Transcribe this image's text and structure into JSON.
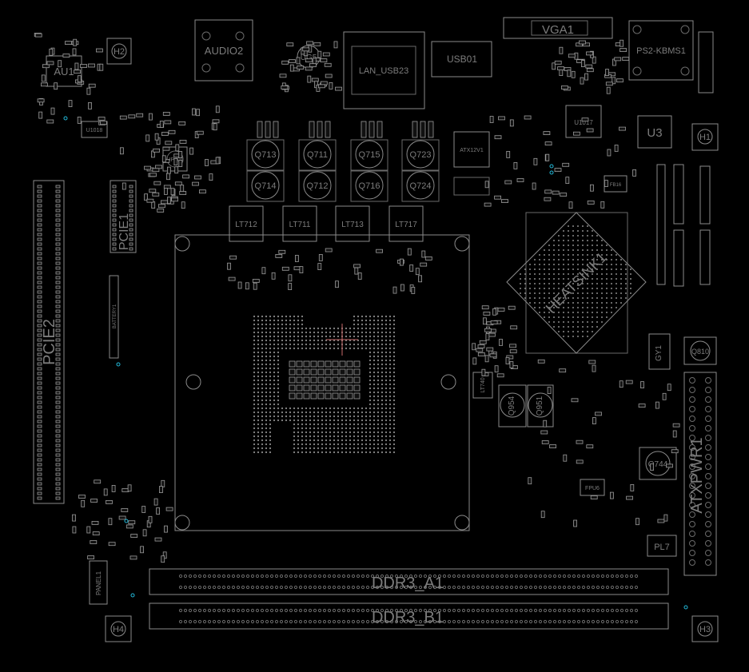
{
  "board": {
    "background": "#000000",
    "silkscreen_color": "#8a8a8a",
    "accent_colors": {
      "fiducial": "#22b8d8",
      "crosshair": "#c86a6a"
    }
  },
  "labels": {
    "vga": "VGA1",
    "ps2": "PS2-KBMS1",
    "audio": "AUDIO2",
    "ug5": "UG5",
    "lan": "LAN_USB23",
    "usb": "USB01",
    "au1": "AU1",
    "h1": "H1",
    "h2": "H2",
    "h3": "H3",
    "h4": "H4",
    "u3": "U3",
    "u1017": "U1017",
    "u1018": "U1018",
    "up701": "UP701",
    "pcie1": "PCIE1",
    "pcie2": "PCIE2",
    "battery": "BATTERY1",
    "heatsink": "HEATSINK1",
    "atxpwr": "ATXPWR1",
    "ddr_a": "DDR3_A1",
    "ddr_b": "DDR3_B1",
    "q713": "Q713",
    "q711": "Q711",
    "q715": "Q715",
    "q723": "Q723",
    "q714": "Q714",
    "q712": "Q712",
    "q716": "Q716",
    "q724": "Q724",
    "lt712": "LT712",
    "lt711": "LT711",
    "lt713": "LT713",
    "lt717": "LT717",
    "q954": "Q954",
    "q951": "Q951",
    "q744": "Q744",
    "q810": "Q810",
    "gy1": "GY1",
    "pl7": "PL7",
    "fpu6": "FPU6",
    "panel": "PANEL1",
    "atx12v": "ATX12V1",
    "lt740": "LT740",
    "u1016": "FB16"
  }
}
